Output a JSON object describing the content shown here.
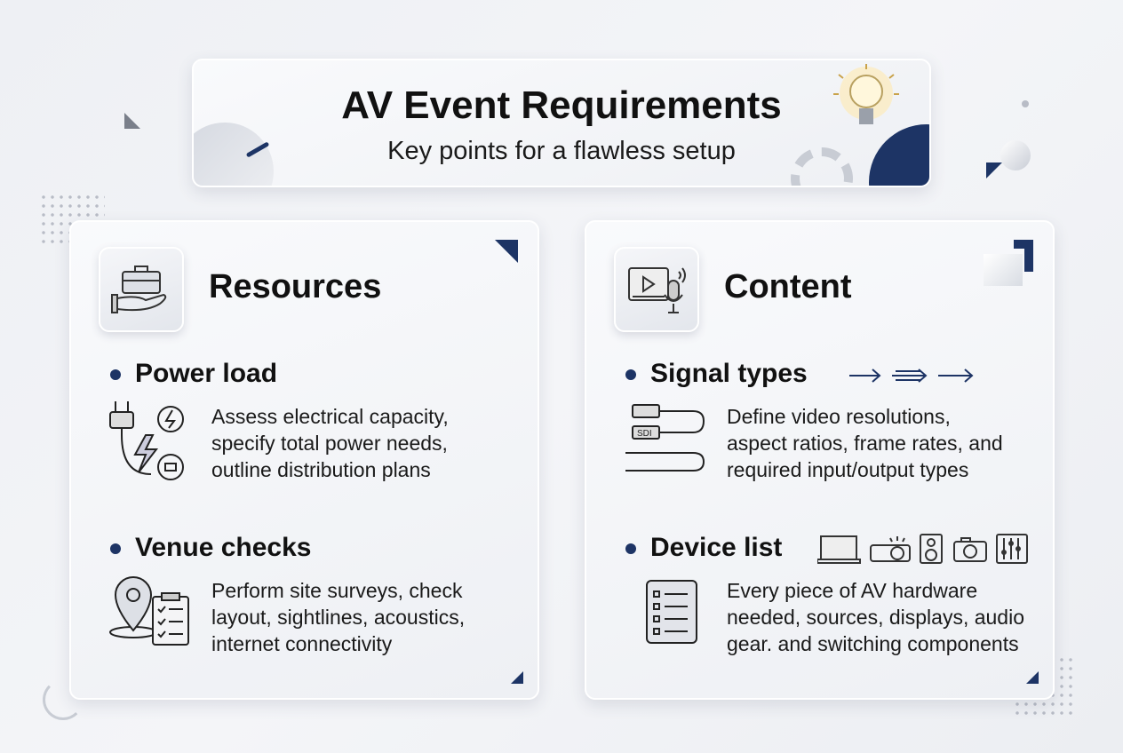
{
  "header": {
    "title": "AV Event Requirements",
    "subtitle": "Key points for a flawless setup"
  },
  "accent": "#1d3465",
  "panels": [
    {
      "title": "Resources",
      "icon": "hand-toolbox-icon",
      "items": [
        {
          "heading": "Power load",
          "icon": "power-plug-icon",
          "description": [
            "Assess electrical capacity,",
            "specify total power needs,",
            "outline distribution plans"
          ]
        },
        {
          "heading": "Venue checks",
          "icon": "location-checklist-icon",
          "description": [
            "Perform site surveys, check",
            "layout, sightlines, acoustics,",
            "internet connectivity"
          ]
        }
      ]
    },
    {
      "title": "Content",
      "icon": "video-microphone-icon",
      "items": [
        {
          "heading": "Signal types",
          "icon": "cables-icon",
          "cable_label": "SDI",
          "description": [
            "Define video resolutions,",
            "aspect ratios, frame rates, and",
            "required input/output types"
          ]
        },
        {
          "heading": "Device list",
          "icon": "checklist-icon",
          "description": [
            "Every piece of AV hardware",
            "needed, sources, displays, audio",
            "gear. and switching components"
          ]
        }
      ]
    }
  ]
}
